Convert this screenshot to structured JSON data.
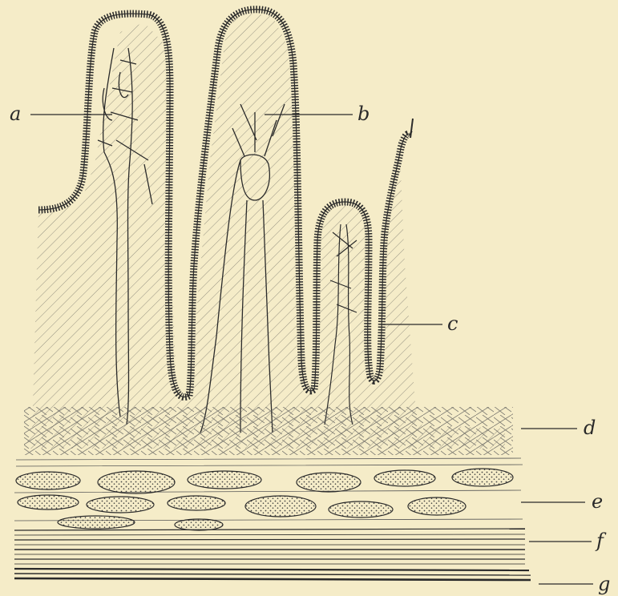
{
  "figure": {
    "background": "#f5ecc8",
    "ink": "#2a2a2a",
    "labels": {
      "a": "a",
      "b": "b",
      "c": "c",
      "d": "d",
      "e": "e",
      "f": "f",
      "g": "g"
    }
  }
}
